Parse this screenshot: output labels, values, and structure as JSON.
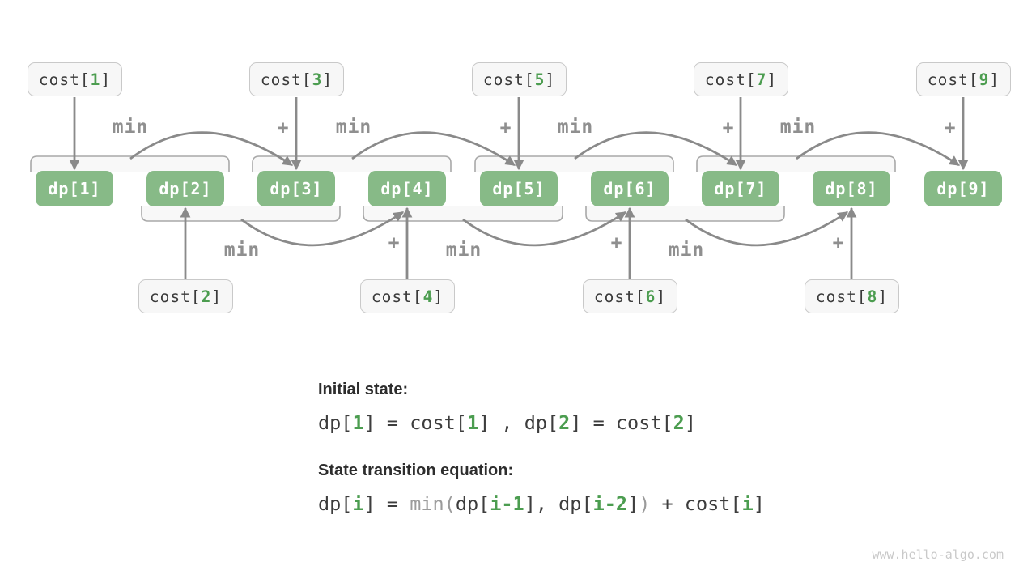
{
  "labels": {
    "min": "min",
    "plus": "+"
  },
  "dp": [
    "dp[1]",
    "dp[2]",
    "dp[3]",
    "dp[4]",
    "dp[5]",
    "dp[6]",
    "dp[7]",
    "dp[8]",
    "dp[9]"
  ],
  "cost_top": [
    {
      "prefix": "cost[",
      "num": "1",
      "suffix": "]"
    },
    {
      "prefix": "cost[",
      "num": "3",
      "suffix": "]"
    },
    {
      "prefix": "cost[",
      "num": "5",
      "suffix": "]"
    },
    {
      "prefix": "cost[",
      "num": "7",
      "suffix": "]"
    },
    {
      "prefix": "cost[",
      "num": "9",
      "suffix": "]"
    }
  ],
  "cost_bottom": [
    {
      "prefix": "cost[",
      "num": "2",
      "suffix": "]"
    },
    {
      "prefix": "cost[",
      "num": "4",
      "suffix": "]"
    },
    {
      "prefix": "cost[",
      "num": "6",
      "suffix": "]"
    },
    {
      "prefix": "cost[",
      "num": "8",
      "suffix": "]"
    }
  ],
  "notes": {
    "initial_title": "Initial state:",
    "initial_eq": [
      {
        "t": "dp[",
        "c": "d"
      },
      {
        "t": "1",
        "c": "g"
      },
      {
        "t": "] = cost[",
        "c": "d"
      },
      {
        "t": "1",
        "c": "g"
      },
      {
        "t": "] , dp[",
        "c": "d"
      },
      {
        "t": "2",
        "c": "g"
      },
      {
        "t": "] = cost[",
        "c": "d"
      },
      {
        "t": "2",
        "c": "g"
      },
      {
        "t": "]",
        "c": "d"
      }
    ],
    "transition_title": "State transition equation:",
    "transition_eq": [
      {
        "t": "dp[",
        "c": "d"
      },
      {
        "t": "i",
        "c": "g"
      },
      {
        "t": "] = ",
        "c": "d"
      },
      {
        "t": "min",
        "c": "gr"
      },
      {
        "t": "(",
        "c": "gr"
      },
      {
        "t": "dp[",
        "c": "d"
      },
      {
        "t": "i-1",
        "c": "g"
      },
      {
        "t": "], dp[",
        "c": "d"
      },
      {
        "t": "i-2",
        "c": "g"
      },
      {
        "t": "]",
        "c": "d"
      },
      {
        "t": ")",
        "c": "gr"
      },
      {
        "t": " + cost[",
        "c": "d"
      },
      {
        "t": "i",
        "c": "g"
      },
      {
        "t": "]",
        "c": "d"
      }
    ]
  },
  "watermark": "www.hello-algo.com",
  "colors": {
    "dp_box_green": "#87ba87",
    "index_green": "#4c9d50",
    "arrow_gray": "#8a8a8a",
    "bracket_gray": "#a8a8a8",
    "label_gray": "#8f8f8f",
    "code_dark": "#3d3d3d",
    "code_gray": "#9b9b9b",
    "cost_box_fill": "#f7f7f7",
    "cost_box_border": "#c9c9c9"
  }
}
